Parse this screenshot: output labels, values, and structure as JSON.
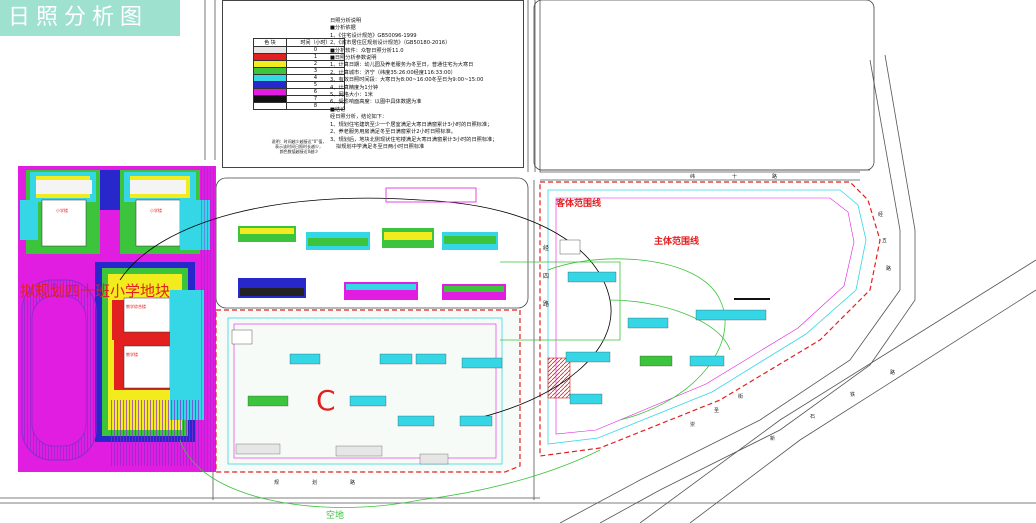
{
  "title": "日照分析图",
  "legend": {
    "header": [
      "色 块",
      "时间（小时）"
    ],
    "items": [
      {
        "color": "#e6e6e6",
        "value": "0"
      },
      {
        "color": "#e32020",
        "value": "1"
      },
      {
        "color": "#f2ec1e",
        "value": "2"
      },
      {
        "color": "#3cc43c",
        "value": "3"
      },
      {
        "color": "#35d6e6",
        "value": "4"
      },
      {
        "color": "#2727cc",
        "value": "5"
      },
      {
        "color": "#e01de0",
        "value": "6"
      },
      {
        "color": "#111111",
        "value": "7"
      },
      {
        "color": "#ffffff",
        "value": "8"
      }
    ],
    "note": [
      "说明：时间越少越接近“0”值，",
      "表示该时间日照时长越少，",
      "颜色数值越接近0越少"
    ]
  },
  "notes": {
    "heading": "日照分析说明",
    "basis_title": "■分析依据",
    "basis": [
      "1、《住宅设计规范》GB50096-1999",
      "2、《城市居住区规划设计规范》（GB50180-2016）"
    ],
    "software": "■分析软件：众智日照分析11.0",
    "params_title": "■日照分析参数说明",
    "params": [
      "1、计算日期：幼儿园及养老服务为冬至日，普通住宅为大寒日",
      "2、计算城市：济宁（纬度35:26:00经度116:33:00）",
      "3、有效日照时间段：大寒日为8:00~16:00冬至日为9:00~15:00",
      "4、计算精度为1分钟",
      "5、网格大小：1米",
      "6、受影响面高度：以图中具体数据为准"
    ],
    "conclusion_title": "■结论",
    "conclusion_intro": "经日照分析，结论如下：",
    "conclusion": [
      "1、规划住宅建筑至少一个居室满足大寒日满窗累计3小时的日照标准；",
      "2、养老服务用房满足冬至日满窗累计2小时日照标准。",
      "3、规划后，地块北侧现状住宅楼满足大寒日满窗累计3小时的日照标准；",
      "拟规划中学满足冬至日两小时日照标准"
    ]
  },
  "map_labels": {
    "primary_school": "拟规划四十班小学地块",
    "site_code": "C",
    "object_boundary": "客体范围线",
    "subject_boundary": "主体范围线",
    "open_space": "空地",
    "road_guihua": [
      "规",
      "划",
      "路"
    ],
    "road_jingsi": [
      "经",
      "四",
      "路"
    ],
    "road_weishi": [
      "纬",
      "十",
      "路"
    ],
    "road_jingwu": [
      "经",
      "五",
      "路"
    ],
    "road_chongshi": [
      "崇",
      "圣",
      "街"
    ],
    "road_xinshi": [
      "新",
      "石",
      "铁",
      "路"
    ],
    "school_small": [
      "小学楼",
      "小学楼"
    ],
    "school_bldg": [
      "教学综合楼",
      "教学楼"
    ]
  }
}
